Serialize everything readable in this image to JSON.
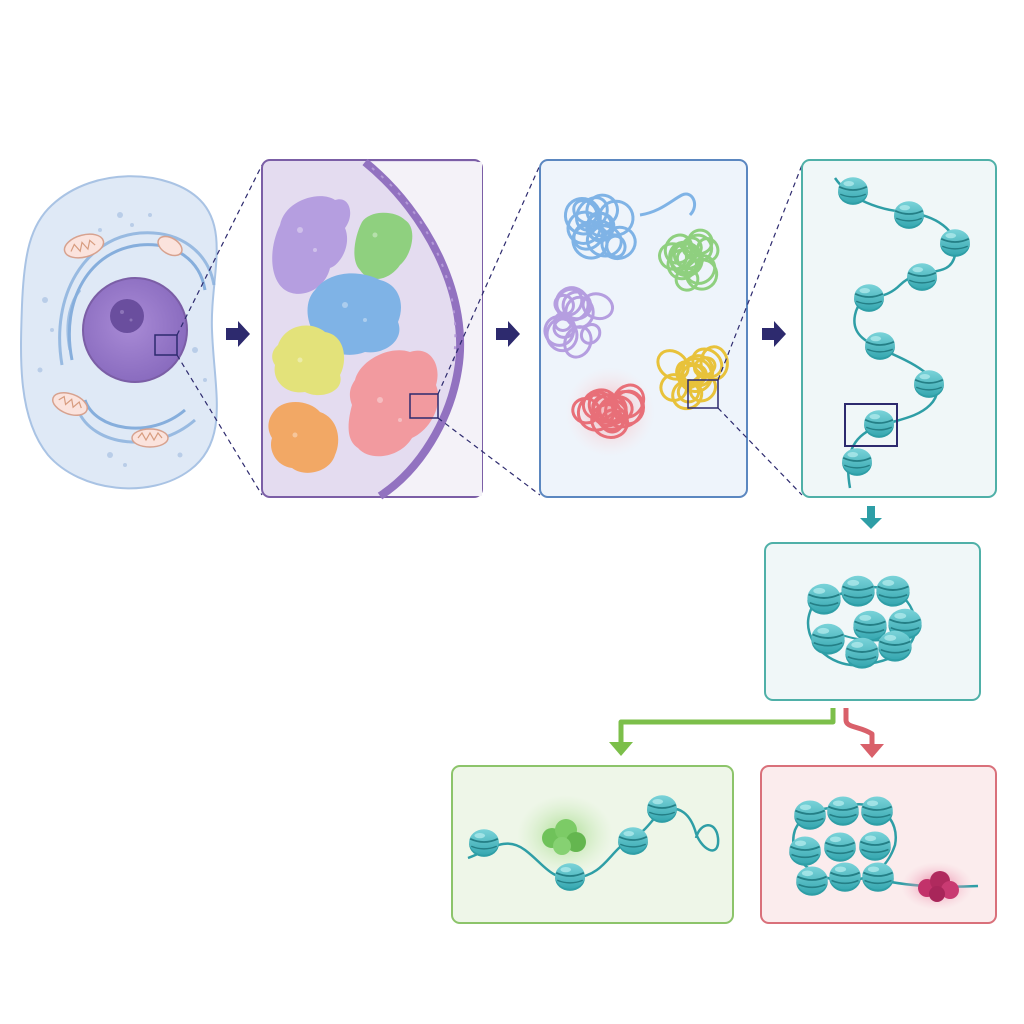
{
  "diagram": {
    "stages": [
      {
        "id": "cell",
        "name": "cell"
      },
      {
        "id": "nucleus",
        "name": "nucleus-chromosome-territories"
      },
      {
        "id": "loops",
        "name": "chromatin-loops"
      },
      {
        "id": "fiber",
        "name": "nucleosome-fiber"
      },
      {
        "id": "cluster",
        "name": "nucleosome-cluster"
      },
      {
        "id": "open",
        "name": "open-chromatin"
      },
      {
        "id": "closed",
        "name": "compact-chromatin"
      }
    ],
    "colors": {
      "cell_fill": "#dfe9f6",
      "cell_stroke": "#a9c3e4",
      "nucleus_fill": "#9b7fc9",
      "nucleus_panel_border": "#7b5ea6",
      "loops_panel_border": "#5b87c0",
      "fiber_panel_border": "#4fb0a8",
      "open_panel_border": "#8cc46a",
      "closed_panel_border": "#d9707a",
      "nucleosome": "#4fbcc4",
      "dna_strand": "#2e9ea6",
      "arrow_dark": "#2d2a6e",
      "arrow_teal": "#2e9ea6",
      "arrow_green": "#7cbf4a",
      "arrow_red": "#d9606a",
      "territory_purple": "#b59ee0",
      "territory_green": "#8fd07f",
      "territory_blue": "#7fb3e6",
      "territory_yellow": "#e3e27a",
      "territory_pink": "#f29a9f",
      "territory_orange": "#f2a865",
      "marker_green": "#6fc25a",
      "marker_magenta": "#c2326a"
    },
    "icons": [
      "right-arrow-icon",
      "down-arrow-icon",
      "split-arrow-icon"
    ]
  }
}
